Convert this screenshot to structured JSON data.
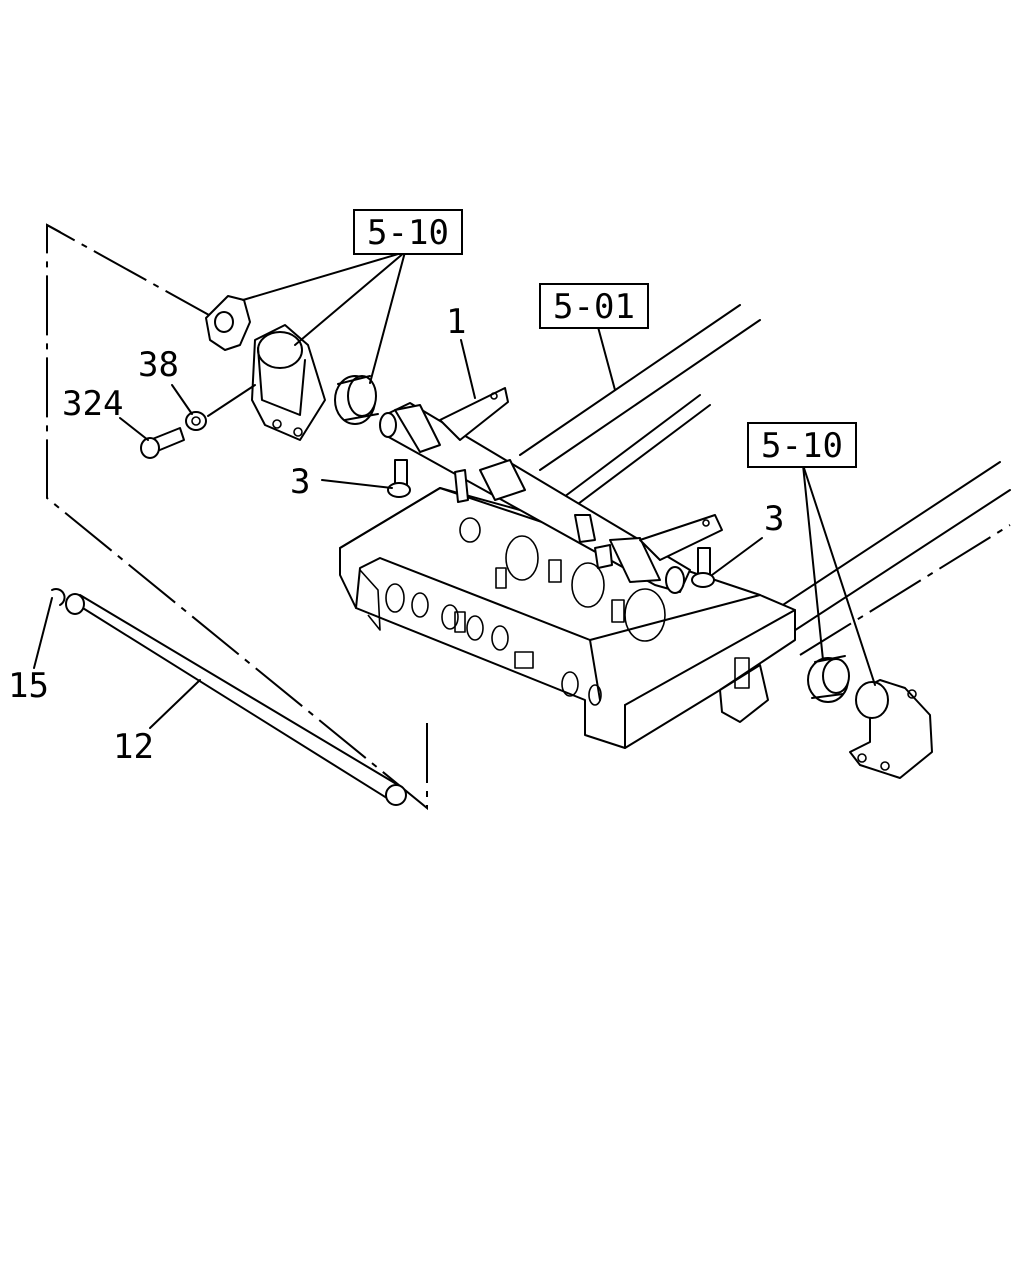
{
  "labels": {
    "ref_5_10_top": "5-10",
    "ref_5_01": "5-01",
    "ref_5_10_right": "5-10",
    "part_1": "1",
    "part_38": "38",
    "part_324": "324",
    "part_3_left": "3",
    "part_3_right": "3",
    "part_15": "15",
    "part_12": "12"
  }
}
